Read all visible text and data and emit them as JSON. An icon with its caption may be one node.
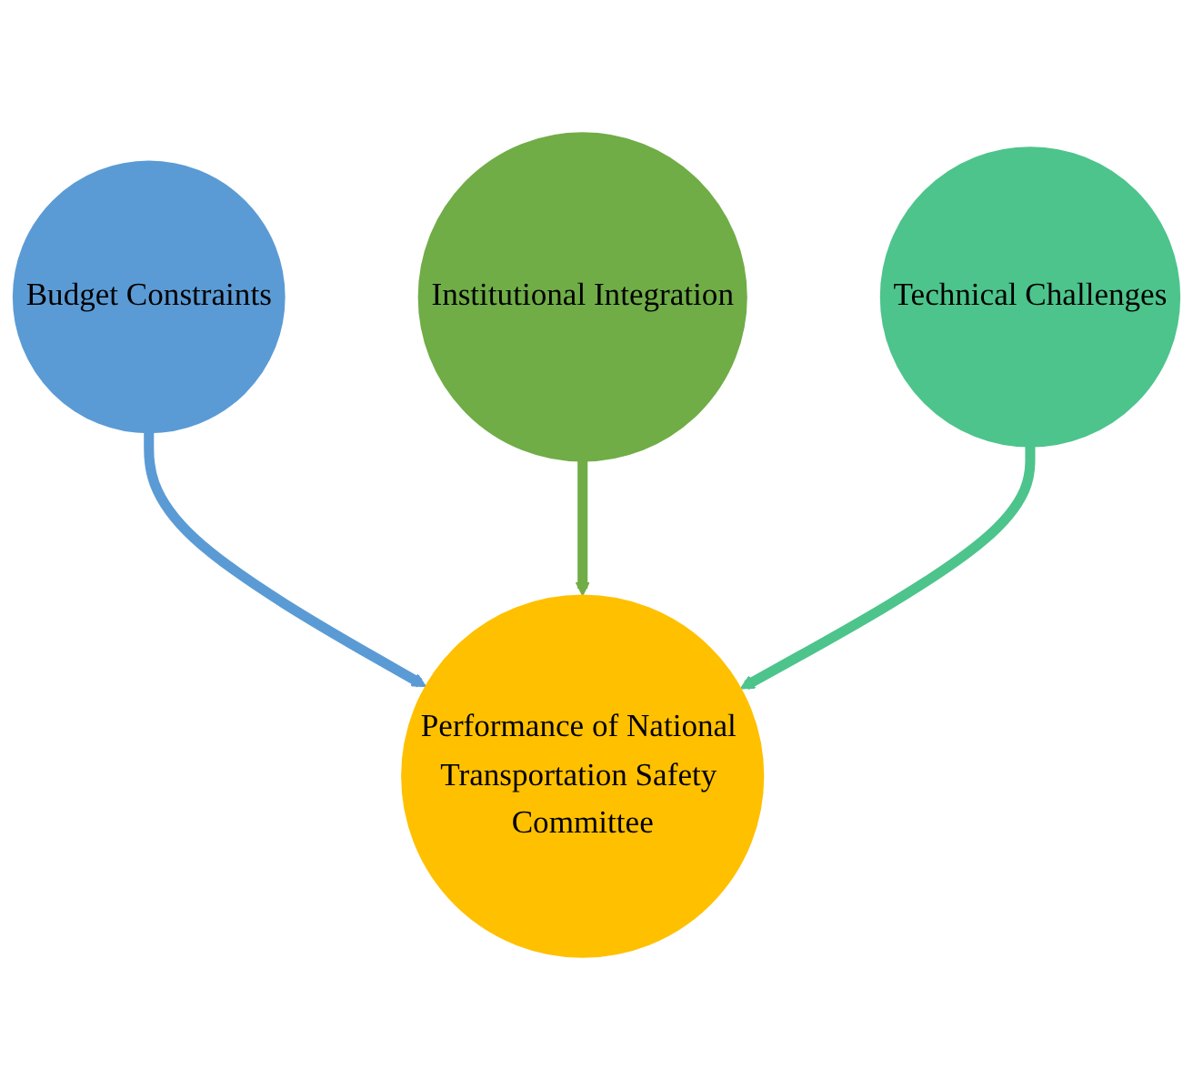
{
  "diagram": {
    "nodes": [
      {
        "text": [
          "Budget Constraints"
        ]
      },
      {
        "text": [
          "Performance of National Transportation Safety Committee"
        ]
      },
      {
        "text": [
          "Institutional Integration"
        ]
      },
      {
        "text": [
          "Technical Challenges"
        ]
      }
    ],
    "edges": [
      {
        "from": 0,
        "to": 1,
        "arrow": "to",
        "color": "#5b9bd5"
      },
      {
        "from": 2,
        "to": 1,
        "arrow": "to",
        "color": "#70ad47"
      },
      {
        "from": 3,
        "to": 1,
        "arrow": "to",
        "color": "#4dc48c"
      }
    ]
  }
}
